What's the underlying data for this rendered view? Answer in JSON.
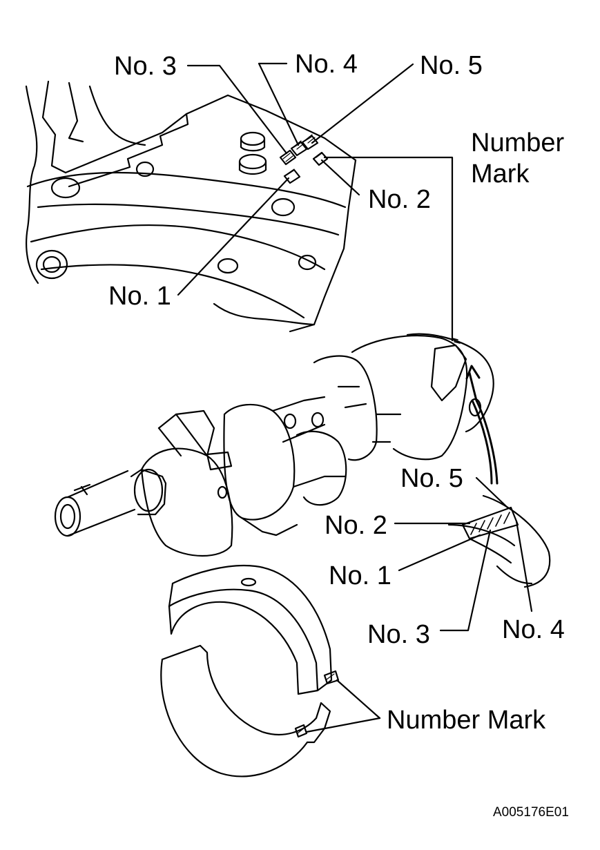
{
  "labels": {
    "block_no3": "No. 3",
    "block_no4": "No. 4",
    "block_no5": "No. 5",
    "block_no2": "No. 2",
    "block_no1": "No. 1",
    "number_mark_top_line1": "Number",
    "number_mark_top_line2": "Mark",
    "crank_no5": "No. 5",
    "crank_no2": "No. 2",
    "crank_no1": "No. 1",
    "crank_no3": "No. 3",
    "crank_no4": "No. 4",
    "number_mark_bottom": "Number Mark"
  },
  "figure_code": "A005176E01"
}
